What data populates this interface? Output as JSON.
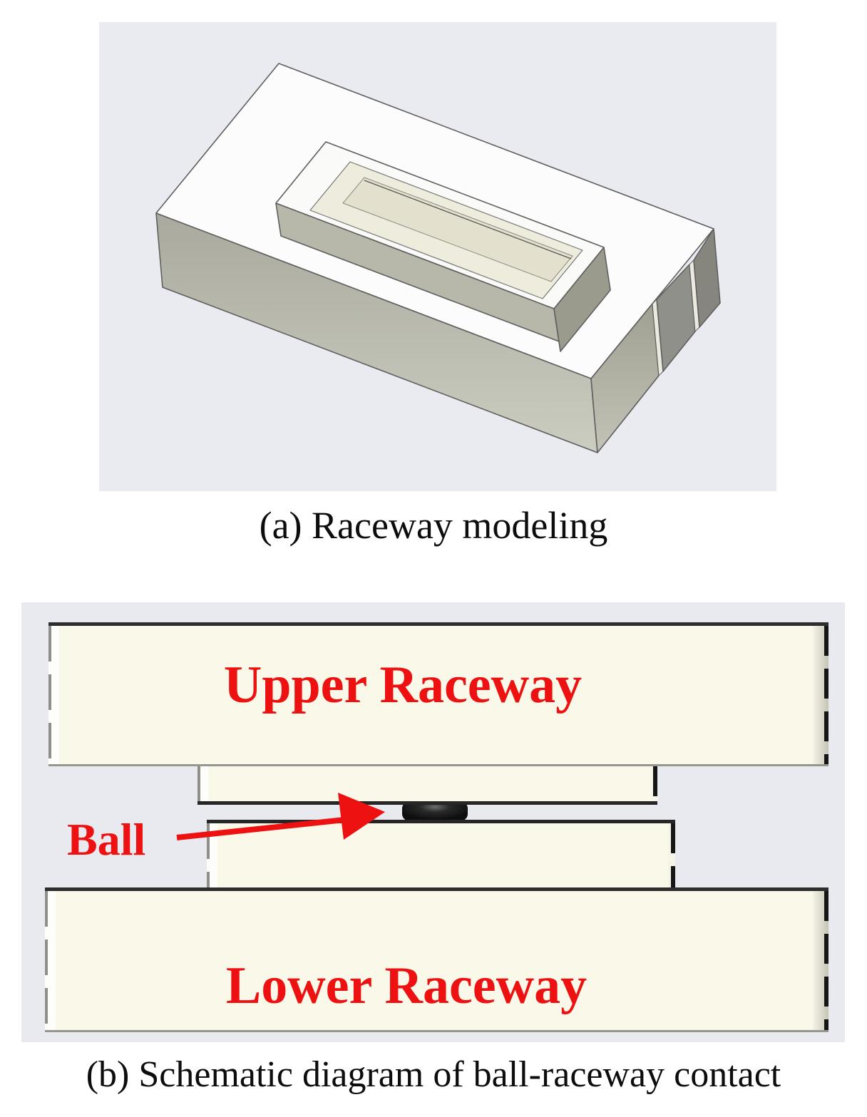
{
  "figure": {
    "panel_a": {
      "caption": "(a) Raceway modeling",
      "content": "3D CAD model of a raceway block with a rectangular groove boss and stepped right end"
    },
    "panel_b": {
      "caption": "(b) Schematic diagram of ball-raceway contact",
      "labels": {
        "upper": "Upper Raceway",
        "lower": "Lower Raceway",
        "ball": "Ball"
      }
    },
    "colors": {
      "label_red": "#ee1111",
      "cream_block": "#faf8e9",
      "panel_background": "#e8eaef",
      "ball_dark": "#0e0e0e",
      "cad_face_gray": "#b3b3a6",
      "outline_gray": "#5f5f5f",
      "caption_black": "#0d0d0d"
    }
  }
}
